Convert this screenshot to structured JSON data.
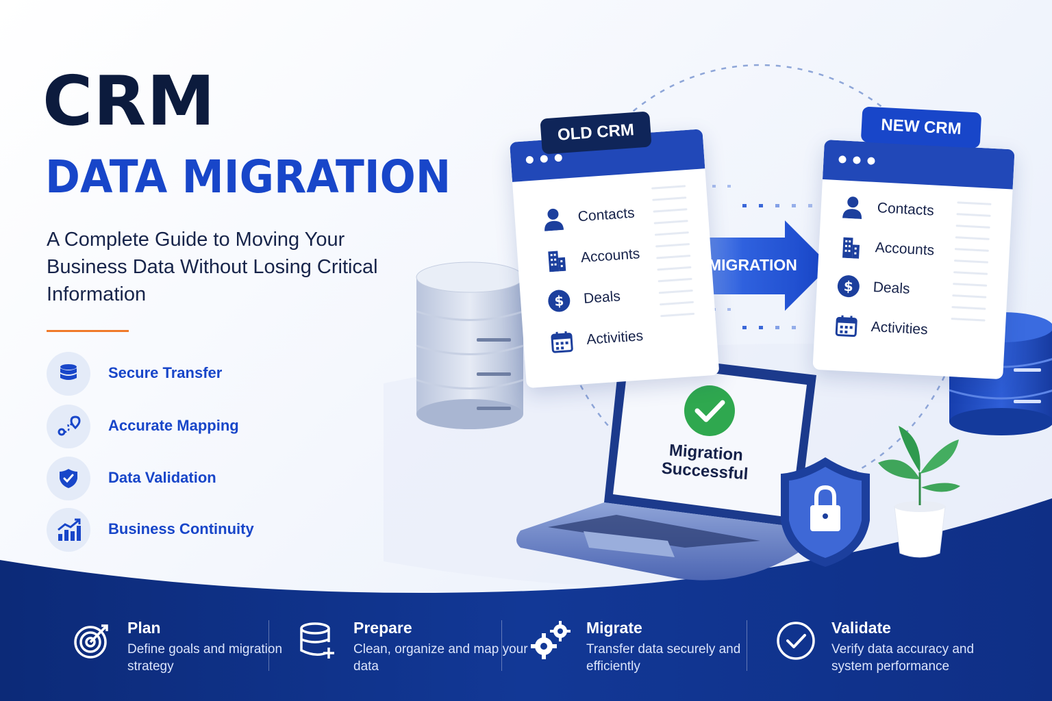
{
  "header": {
    "title_line1": "CRM",
    "title_line2": "DATA MIGRATION",
    "subtitle": "A Complete Guide to Moving Your Business Data Without Losing Critical Information"
  },
  "features": [
    {
      "label": "Secure Transfer",
      "icon": "database-icon"
    },
    {
      "label": "Accurate Mapping",
      "icon": "route-icon"
    },
    {
      "label": "Data Validation",
      "icon": "shield-check-icon"
    },
    {
      "label": "Business Continuity",
      "icon": "growth-chart-icon"
    }
  ],
  "old_crm": {
    "tag": "OLD CRM",
    "items": [
      {
        "label": "Contacts",
        "icon": "person-icon"
      },
      {
        "label": "Accounts",
        "icon": "building-icon"
      },
      {
        "label": "Deals",
        "icon": "dollar-icon"
      },
      {
        "label": "Activities",
        "icon": "calendar-icon"
      }
    ]
  },
  "new_crm": {
    "tag": "NEW CRM",
    "items": [
      {
        "label": "Contacts",
        "icon": "person-icon"
      },
      {
        "label": "Accounts",
        "icon": "building-icon"
      },
      {
        "label": "Deals",
        "icon": "dollar-icon"
      },
      {
        "label": "Activities",
        "icon": "calendar-icon"
      }
    ]
  },
  "migration_arrow": {
    "label": "MIGRATION"
  },
  "laptop": {
    "status_line1": "Migration",
    "status_line2": "Successful"
  },
  "steps": [
    {
      "title": "Plan",
      "desc": "Define goals and migration strategy",
      "icon": "target-icon"
    },
    {
      "title": "Prepare",
      "desc": "Clean, organize and map your data",
      "icon": "database-add-icon"
    },
    {
      "title": "Migrate",
      "desc": "Transfer data securely and efficiently",
      "icon": "gears-icon"
    },
    {
      "title": "Validate",
      "desc": "Verify data accuracy and system performance",
      "icon": "check-circle-icon"
    }
  ],
  "colors": {
    "navy": "#0c1b3d",
    "brand_blue": "#1846c9",
    "accent_orange": "#f07a2a",
    "success_green": "#2fa84f",
    "band_blue": "#0f2f86"
  }
}
